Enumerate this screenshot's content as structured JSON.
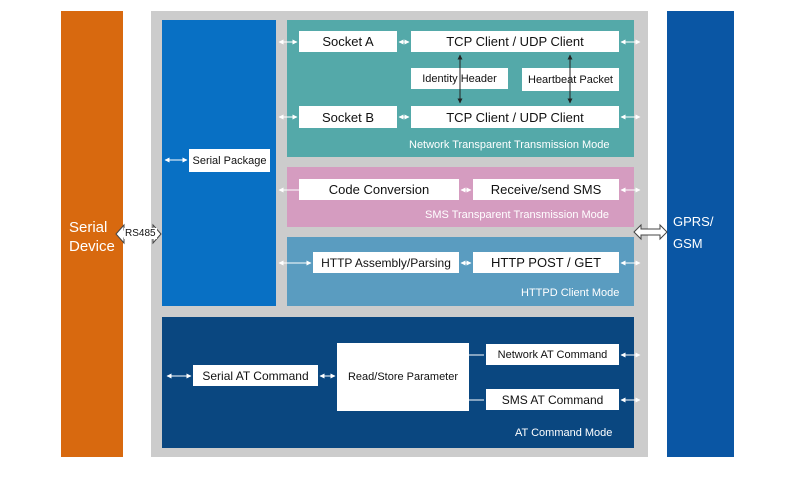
{
  "serial_device": {
    "label_line1": "Serial",
    "label_line2": "Device"
  },
  "rs485": {
    "label": "RS485"
  },
  "gprs": {
    "label_line1": "GPRS/",
    "label_line2": "GSM"
  },
  "serial_package": {
    "label": "Serial Package"
  },
  "network_mode": {
    "title": "Network Transparent Transmission Mode",
    "socket_a": "Socket A",
    "socket_b": "Socket B",
    "tcp_udp_top": "TCP Client / UDP Client",
    "tcp_udp_bottom": "TCP Client / UDP Client",
    "identity_header": "Identity Header",
    "heartbeat_packet": "Heartbeat Packet"
  },
  "sms_mode": {
    "title": "SMS Transparent Transmission Mode",
    "code_conversion": "Code Conversion",
    "receive_send_sms": "Receive/send SMS"
  },
  "httpd_mode": {
    "title": "HTTPD Client Mode",
    "assembly_parsing": "HTTP Assembly/Parsing",
    "post_get": "HTTP POST / GET"
  },
  "at_mode": {
    "title": "AT Command Mode",
    "serial_at_command": "Serial AT Command",
    "read_store_parameter": "Read/Store Parameter",
    "network_at_command": "Network AT Command",
    "sms_at_command": "SMS AT Command"
  },
  "colors": {
    "serial_device": "#d8690f",
    "gprs": "#0a56a4",
    "outer_gray": "#cccccc",
    "serial_package_blue": "#0870c4",
    "network_teal": "#54a9a9",
    "sms_pink": "#d59cc0",
    "httpd_blue": "#5a9cc0",
    "at_navy": "#0a4780"
  }
}
